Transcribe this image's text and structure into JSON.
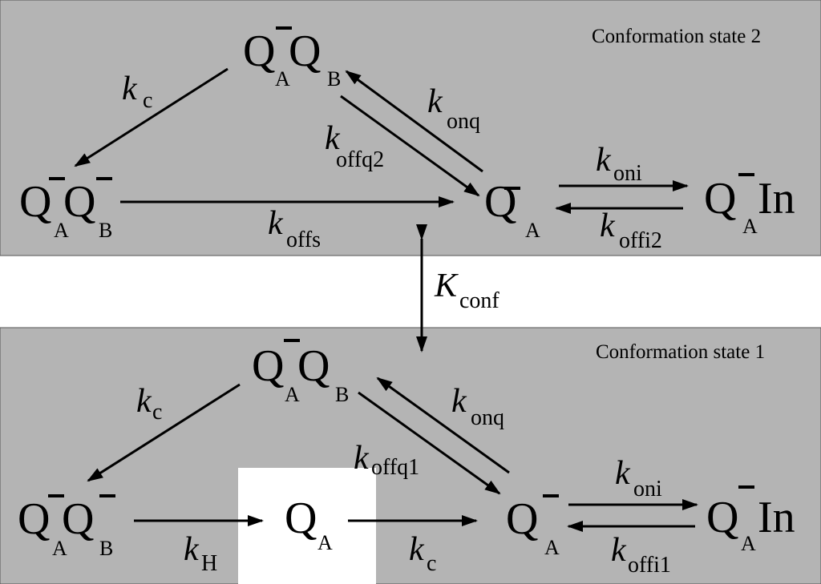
{
  "panels": {
    "state2": {
      "title": "Conformation state 2",
      "fill": "#b4b4b4"
    },
    "state1": {
      "title": "Conformation state 1",
      "fill": "#b4b4b4"
    }
  },
  "species": {
    "Q": "Q",
    "sub_A": "A",
    "sub_B": "B",
    "minus": "−",
    "In": "In"
  },
  "rates": {
    "k": "k",
    "K": "K",
    "c": "c",
    "onq": "onq",
    "offq2": "offq2",
    "offq1": "offq1",
    "oni": "oni",
    "offi2": "offi2",
    "offi1": "offi1",
    "offs": "offs",
    "conf": "conf",
    "H": "H"
  },
  "colors": {
    "panel": "#b4b4b4",
    "box": "#ffffff",
    "ink": "#000000"
  }
}
